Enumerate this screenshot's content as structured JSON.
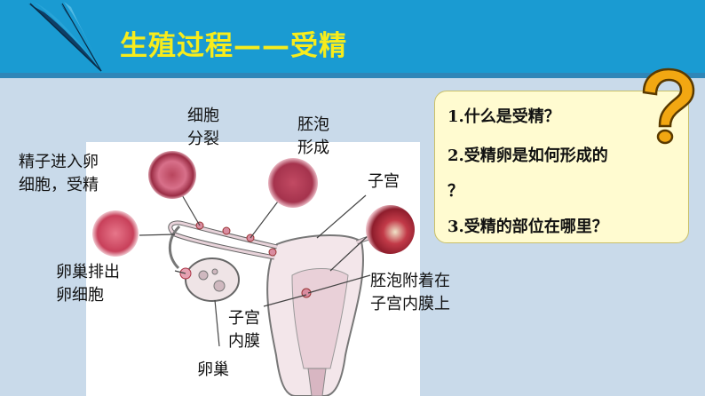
{
  "header": {
    "title": "生殖过程——受精",
    "bg_color": "#1a9bd2",
    "title_color": "#f7ec1c"
  },
  "labels": {
    "cell_division": [
      "细胞",
      "分裂"
    ],
    "blastocyst_formation": [
      "胚泡",
      "形成"
    ],
    "sperm_enters_egg": [
      "精子进入卵",
      "细胞，受精"
    ],
    "uterus": "子宫",
    "ovary_releases_egg": [
      "卵巢排出",
      "卵细胞"
    ],
    "blastocyst_attaches": [
      "胚泡附着在",
      "子宫内膜上"
    ],
    "endometrium": [
      "子宫",
      "内膜"
    ],
    "ovary": "卵巢"
  },
  "questions": {
    "q1": "1.什么是受精？",
    "q2_line1": "2.受精卵是如何形成的",
    "q2_line2": "？",
    "q3": "3.受精的部位在哪里？"
  },
  "icons": [
    "feather-quill-icon",
    "question-mark-icon"
  ],
  "colors": {
    "slide_bg": "#c9daea",
    "question_box_bg": "#fffbd0",
    "question_mark": "#f2a712"
  }
}
